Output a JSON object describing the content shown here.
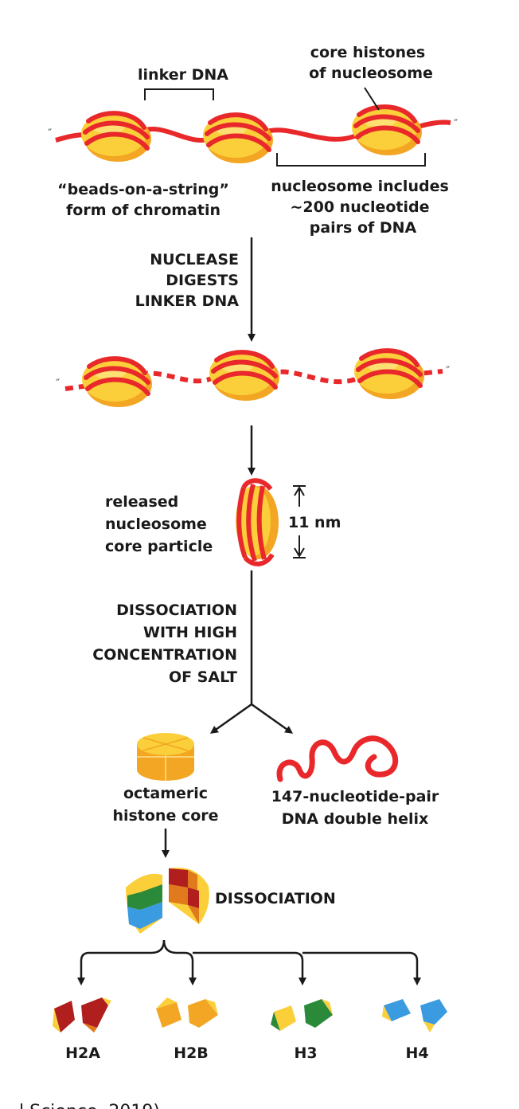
{
  "labels": {
    "linker_dna": "linker DNA",
    "core_histones": [
      "core histones",
      "of nucleosome"
    ],
    "beads_on_string": [
      "“beads-on-a-string”",
      "form of chromatin"
    ],
    "nucleosome_includes": [
      "nucleosome includes",
      "~200 nucleotide",
      "pairs of DNA"
    ],
    "nuclease_step": [
      "NUCLEASE",
      "DIGESTS",
      "LINKER DNA"
    ],
    "released_particle": [
      "released",
      "nucleosome",
      "core particle"
    ],
    "size": "11 nm",
    "salt_step": [
      "DISSOCIATION",
      "WITH HIGH",
      "CONCENTRATION",
      "OF SALT"
    ],
    "octameric_core": [
      "octameric",
      "histone core"
    ],
    "dna_helix": [
      "147-nucleotide-pair",
      "DNA double helix"
    ],
    "dissociation": "DISSOCIATION",
    "histones": [
      "H2A",
      "H2B",
      "H3",
      "H4"
    ],
    "caption_fragment": "l Science, 2019)"
  },
  "colors": {
    "dna": "#e8282a",
    "histone_yellow": "#fbcf3a",
    "histone_orange": "#f3a623",
    "histone_dark_orange": "#e07a1c",
    "h2a_dark_red": "#b01e1e",
    "h3_green": "#2a8a3a",
    "h4_blue": "#3a9be0",
    "text": "#1a1a1a"
  }
}
